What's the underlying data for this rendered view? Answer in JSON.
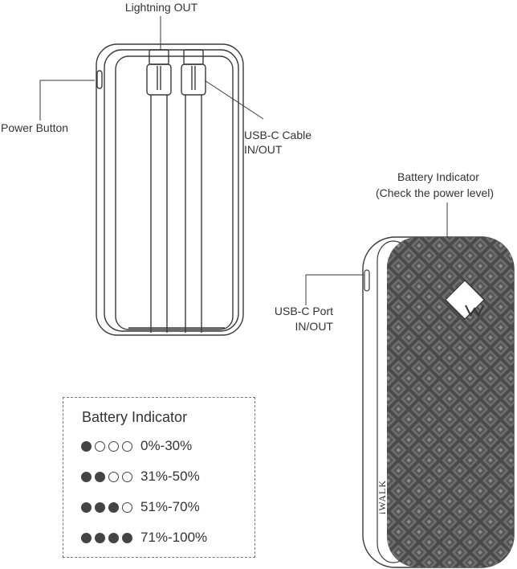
{
  "labels": {
    "lightning_out": "Lightning OUT",
    "power_button": "Power Button",
    "usbc_cable_line1": "USB-C Cable",
    "usbc_cable_line2": "IN/OUT",
    "battery_indicator_line1": "Battery Indicator",
    "battery_indicator_line2": "(Check the power level)",
    "usbc_port_line1": "USB-C Port",
    "usbc_port_line2": "IN/OUT",
    "brand": "iWALK"
  },
  "legend": {
    "title": "Battery Indicator",
    "rows": [
      {
        "lit": 1,
        "range": "0%-30%"
      },
      {
        "lit": 2,
        "range": "31%-50%"
      },
      {
        "lit": 3,
        "range": "51%-70%"
      },
      {
        "lit": 4,
        "range": "71%-100%"
      }
    ]
  },
  "colors": {
    "line": "#3a3a3a",
    "texture": "#5a5a5a",
    "dot_on": "#444444"
  }
}
